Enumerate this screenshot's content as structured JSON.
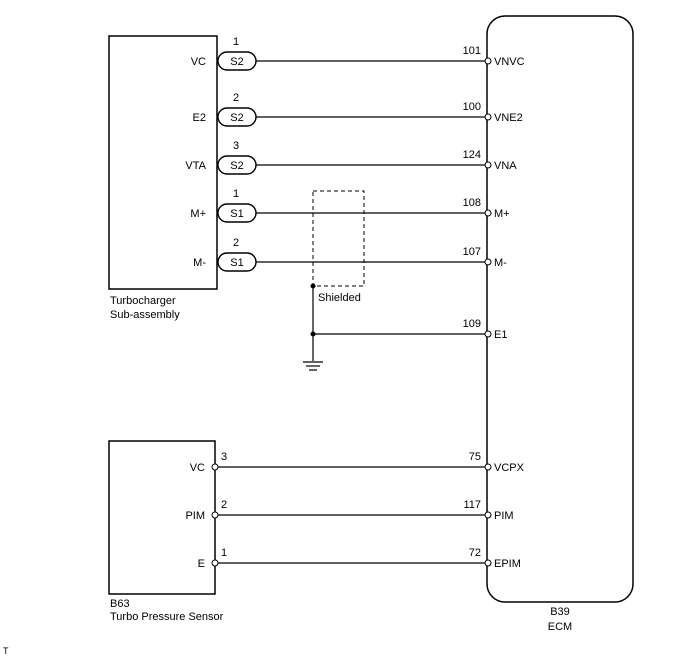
{
  "components": {
    "turbocharger": {
      "name_line1": "Turbocharger",
      "name_line2": "Sub-assembly"
    },
    "sensor": {
      "code": "B63",
      "name": "Turbo Pressure Sensor"
    },
    "ecm": {
      "code": "B39",
      "name": "ECM"
    }
  },
  "turbo_wires": [
    {
      "pin_label": "VC",
      "connector": "S2",
      "connector_pin": "1",
      "ecm_pin": "101",
      "ecm_label": "VNVC"
    },
    {
      "pin_label": "E2",
      "connector": "S2",
      "connector_pin": "2",
      "ecm_pin": "100",
      "ecm_label": "VNE2"
    },
    {
      "pin_label": "VTA",
      "connector": "S2",
      "connector_pin": "3",
      "ecm_pin": "124",
      "ecm_label": "VNA"
    },
    {
      "pin_label": "M+",
      "connector": "S1",
      "connector_pin": "1",
      "ecm_pin": "108",
      "ecm_label": "M+"
    },
    {
      "pin_label": "M-",
      "connector": "S1",
      "connector_pin": "2",
      "ecm_pin": "107",
      "ecm_label": "M-"
    }
  ],
  "shield": {
    "label": "Shielded"
  },
  "ground_wire": {
    "ecm_pin": "109",
    "ecm_label": "E1"
  },
  "sensor_wires": [
    {
      "pin_label": "VC",
      "sensor_pin": "3",
      "ecm_pin": "75",
      "ecm_label": "VCPX"
    },
    {
      "pin_label": "PIM",
      "sensor_pin": "2",
      "ecm_pin": "117",
      "ecm_label": "PIM"
    },
    {
      "pin_label": "E",
      "sensor_pin": "1",
      "ecm_pin": "72",
      "ecm_label": "EPIM"
    }
  ],
  "corner_mark": "T"
}
